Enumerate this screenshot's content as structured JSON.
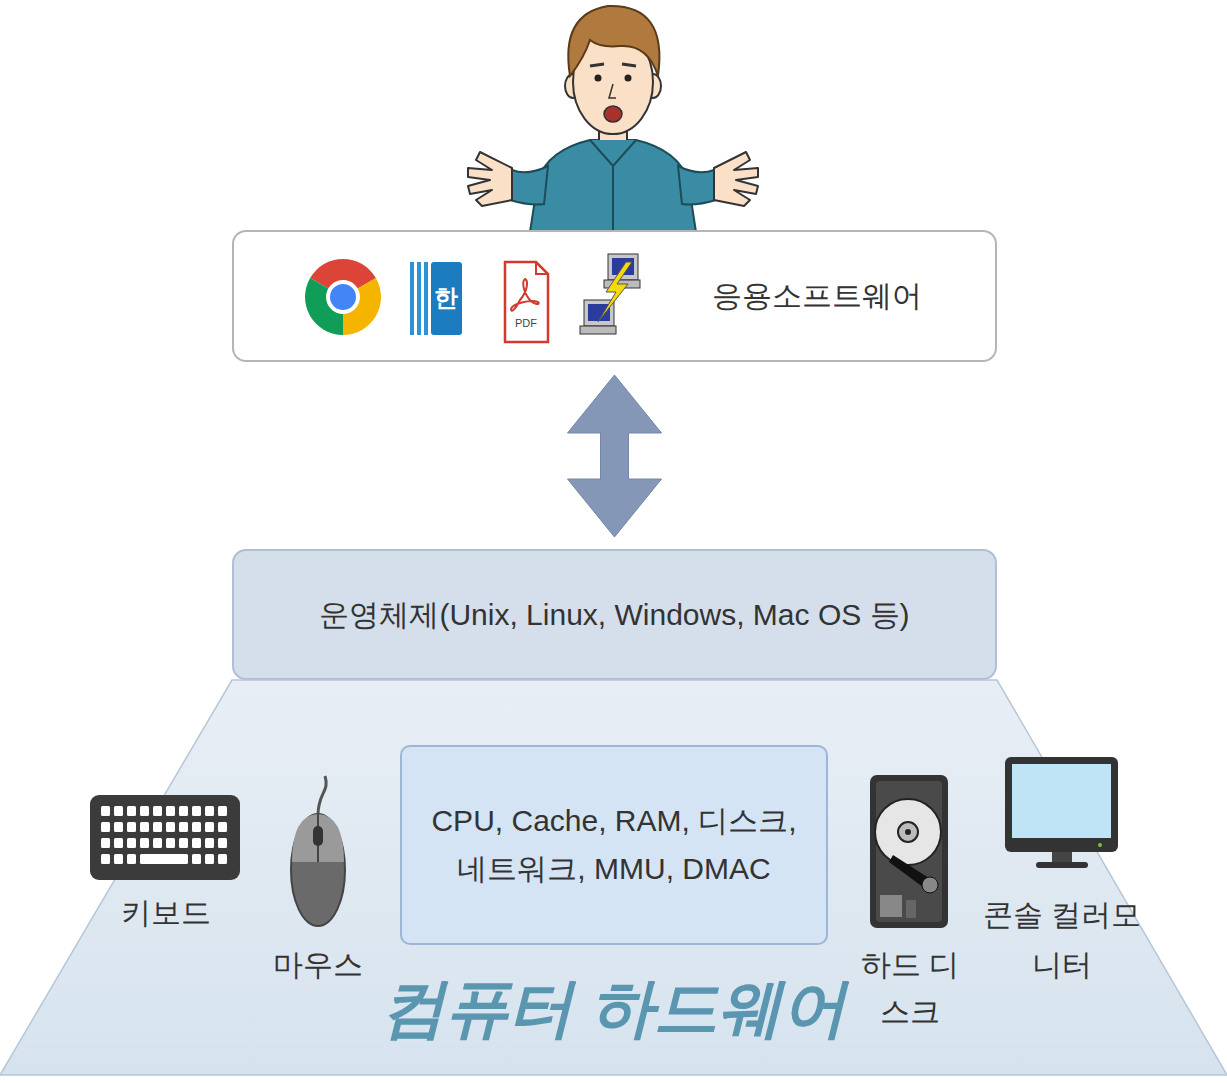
{
  "diagram": {
    "nodes": [
      {
        "text": [
          "응용소프트웨어"
        ]
      },
      {
        "text": [
          "운영체제(Unix, Linux, Windows, Mac OS 등)"
        ]
      },
      {
        "text": [
          "컴퓨터 하드웨어"
        ]
      },
      {
        "text": [
          "CPU, Cache, RAM, 디스크, 네트워크, MMU, DMAC"
        ],
        "in": 2
      }
    ],
    "edges": [
      {
        "from": 0,
        "to": 1,
        "arrow": "both"
      }
    ],
    "labels": [
      "한",
      "PDF",
      "키보드",
      "마우스",
      "하드 디스크",
      "콘솔 컬러모니터"
    ]
  }
}
